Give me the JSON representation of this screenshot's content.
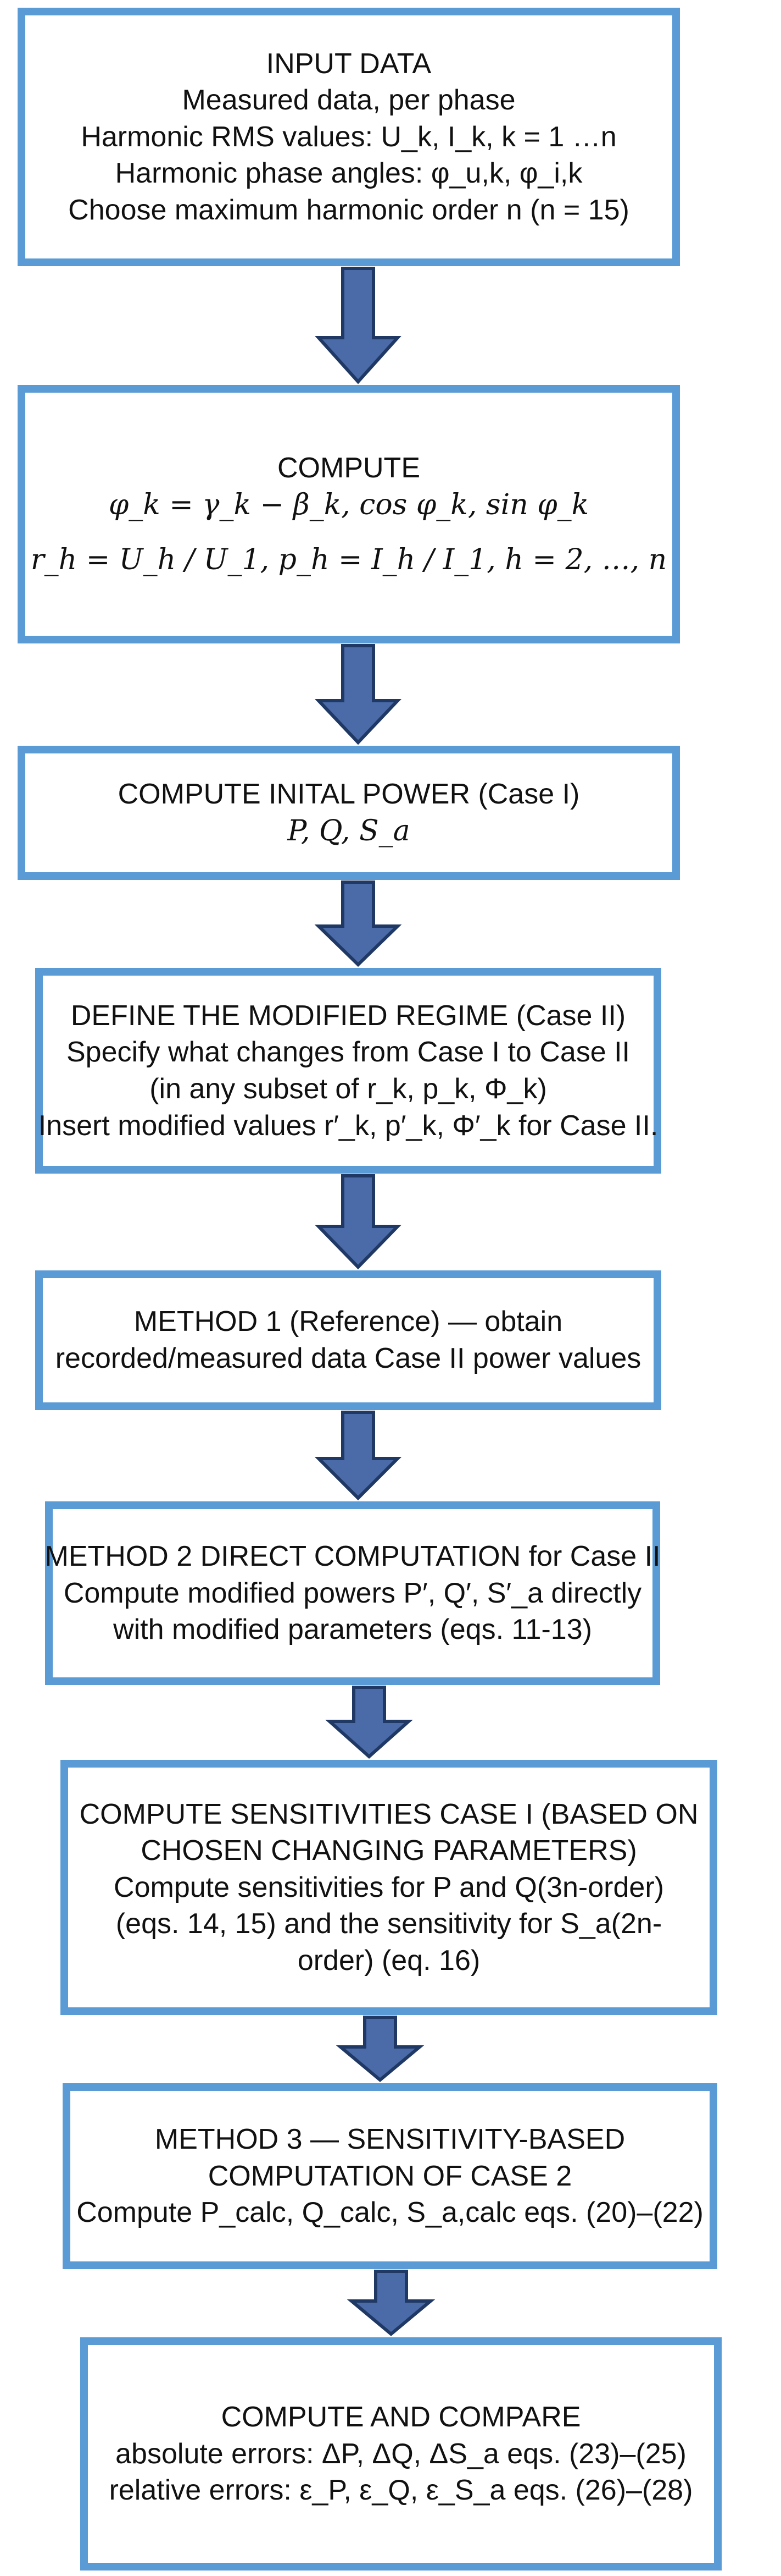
{
  "colors": {
    "box_border": "#5b9bd5",
    "arrow_fill": "#4a6aa8",
    "arrow_stroke": "#1f3864"
  },
  "boxes": [
    {
      "title": "INPUT DATA",
      "lines": [
        "Measured data, per phase",
        "Harmonic RMS values: U_k, I_k, k = 1 …n",
        "Harmonic phase angles: φ_u,k, φ_i,k",
        "Choose maximum harmonic order n (n = 15)"
      ]
    },
    {
      "title": "COMPUTE",
      "lines": [
        "φ_k = γ_k − β_k, cos φ_k, sin φ_k",
        "r_h = U_h / U_1, p_h = I_h / I_1, h = 2, …, n"
      ]
    },
    {
      "title": "COMPUTE INITAL POWER  (Case I)",
      "lines": [
        "P, Q, S_a"
      ]
    },
    {
      "title": "DEFINE THE MODIFIED REGIME (Case II)",
      "lines": [
        "Specify what changes from Case I to Case II",
        "(in any subset of r_k, p_k, Φ_k)",
        "Insert modified values r′_k, p′_k, Φ′_k for Case II."
      ]
    },
    {
      "title": "METHOD 1 (Reference) — obtain",
      "lines": [
        "recorded/measured data Case II power values"
      ]
    },
    {
      "title": "METHOD 2 DIRECT COMPUTATION for Case II",
      "lines": [
        "Compute modified powers P′, Q′, S′_a directly",
        "with modified parameters (eqs. 11-13)"
      ]
    },
    {
      "title": "COMPUTE SENSITIVITIES CASE I (BASED ON",
      "lines": [
        "CHOSEN CHANGING PARAMETERS)",
        "Compute sensitivities for P and Q(3n-order)",
        "(eqs. 14, 15) and the sensitivity for S_a(2n-",
        "order) (eq. 16)"
      ]
    },
    {
      "title": "METHOD 3 — SENSITIVITY-BASED",
      "lines": [
        "COMPUTATION OF CASE 2",
        "Compute P_calc, Q_calc, S_a,calc eqs. (20)–(22)"
      ]
    },
    {
      "title": "COMPUTE AND COMPARE",
      "lines": [
        "absolute errors: ΔP, ΔQ, ΔS_a eqs. (23)–(25)",
        "relative errors:  ε_P, ε_Q, ε_S_a eqs. (26)–(28)"
      ]
    }
  ]
}
